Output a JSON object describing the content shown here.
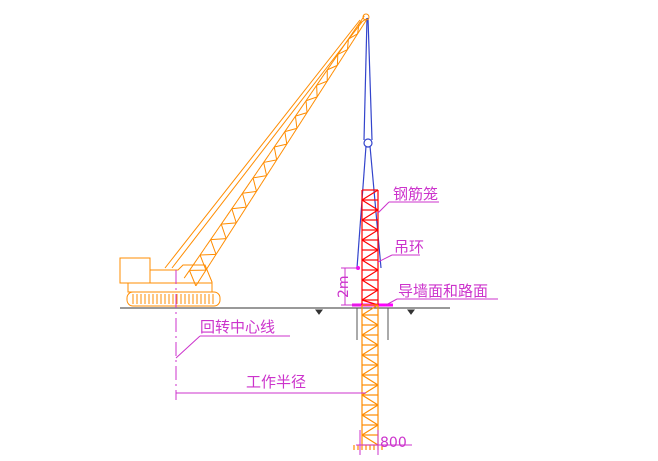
{
  "labels": {
    "rebar_cage": "钢筋笼",
    "lifting_ring": "吊环",
    "guide_wall_road_surface": "导墙面和路面",
    "slewing_centerline": "回转中心线",
    "working_radius": "工作半径",
    "height_2m": "2m",
    "width_800": "800"
  },
  "colors": {
    "crane": "#ff8c00",
    "cable": "#3344cc",
    "rebar_cage_upper": "#ff0000",
    "rebar_cage_lower": "#ff8c00",
    "annotation": "#cc33cc",
    "ground": "#333333",
    "guide_wall": "#ff00ff"
  }
}
